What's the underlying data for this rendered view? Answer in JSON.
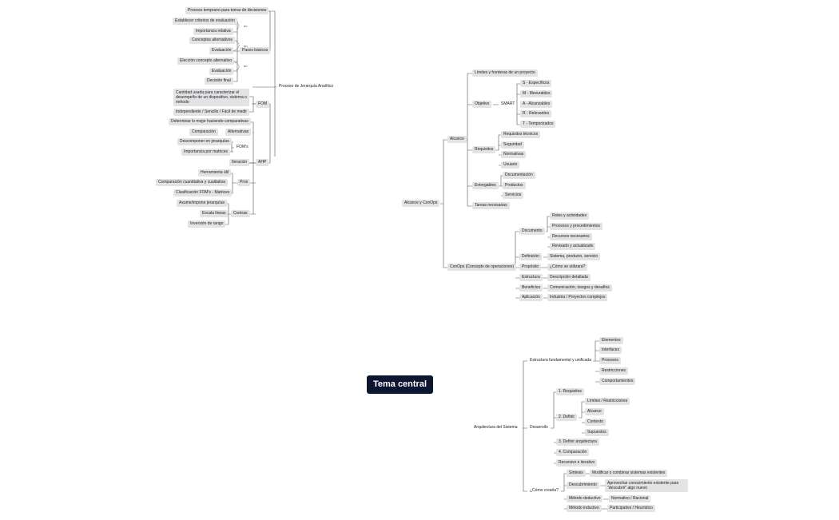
{
  "central": "Tema central",
  "ahp": {
    "root": "Proceso de Jerarquía Analítico",
    "pasos": "Pasos básicos",
    "p1": "Proceso temprano para tomar de decisiones",
    "p2": "Establecer criterios de evaluación",
    "p3": "Importancia relativa",
    "p4": "Conceptos alternativos",
    "p5": "Evaluación",
    "p6": "Elección concepto alternativo",
    "p7": "Evaluación",
    "p8": "Decisión final",
    "fom": "FOM",
    "fom1": "Cantidad usada para caracterizar el desempeño de un dispositivo, sistema o método",
    "fom2": "Independiente / Sencillo / Fácil de medir",
    "ahp": "AHP",
    "alternativas": "Alternativas",
    "a1": "Determinar lo mejor haciendo comparativas",
    "a2": "Comparación",
    "foms": "FOM's",
    "f1": "Descomponer en jerarquías",
    "f2": "Importancia por matrices",
    "iteracion": "Iteración",
    "pros": "Pros",
    "pr1": "Herramienta útil",
    "pr2": "Comparación cuantitativa y cualitativa",
    "pr3": "Clasificación FOM's - Matrices",
    "contras": "Contras",
    "c1": "Asume/impone jerarquías",
    "c2": "Escala lineas",
    "c3": "Inversión de rango",
    "en": "en"
  },
  "alcance": {
    "root": "Alcance y ConOps",
    "alcance": "Alcance",
    "limites": "Límites y fronteras de un proyecto",
    "objetivo": "Objetivo",
    "smart": "SMART",
    "s": "S - Específicos",
    "m": "M - Mesurables",
    "a": "A - Alcanzables",
    "r": "R - Relevantes",
    "t": "T - Temporizados",
    "requisitos": "Requisitos",
    "rq1": "Requisitos técnicos",
    "rq2": "Seguridad",
    "rq3": "Normativas",
    "rq4": "Usuario",
    "entregables": "Entregables",
    "e1": "Documentación",
    "e2": "Productos",
    "e3": "Servicios",
    "tareas": "Tareas necesarias",
    "conops": "ConOps (Concepto de operaciones)",
    "documento": "Documento",
    "d1": "Roles y actividades",
    "d2": "Procesos y procedimientos",
    "d3": "Recursos necesarios",
    "d4": "Revisado y actualizado",
    "definicion": "Definición",
    "definicion_v": "Sistema, producto, servicio",
    "proposito": "Propósito",
    "proposito_v": "¿Cómo se utilizará?",
    "estructura": "Estructura",
    "estructura_v": "Descripción detallada",
    "beneficios": "Beneficios",
    "beneficios_v": "Comunicación, riesgos y desafíos",
    "aplicacion": "Aplicación",
    "aplicacion_v": "Industria / Proyectos complejos"
  },
  "arq": {
    "root": "Arquitectura del Sistema",
    "estructura": "Estructura fundamental y unificada",
    "es1": "Elementos",
    "es2": "Interfaces",
    "es3": "Procesos",
    "es4": "Restricciones",
    "es5": "Comportamientos",
    "desarrollo": "Desarrollo",
    "d1": "1. Requisitos",
    "d2": "2. Definir",
    "df1": "Límites / Restricciones",
    "df2": "Alcance",
    "df3": "Contexto",
    "df4": "Supuestos",
    "d3": "3. Definir arquitectura",
    "d4": "4. Comparación",
    "d5": "Recursivo e iterativo",
    "como": "¿Cómo crearla?",
    "sintesis": "Síntesis",
    "sintesis_v": "Modificar o combinar sistemas existentes",
    "descubrimiento": "Descubrimiento",
    "descubrimiento_v": "Aprovechar conocimiento existente para \"descubrir\" algo nuevo",
    "deductivo": "Método deductivo",
    "deductivo_v": "Normativo / Racional",
    "inductivo": "Método inductivo",
    "inductivo_v": "Participativo / Heurístico"
  }
}
